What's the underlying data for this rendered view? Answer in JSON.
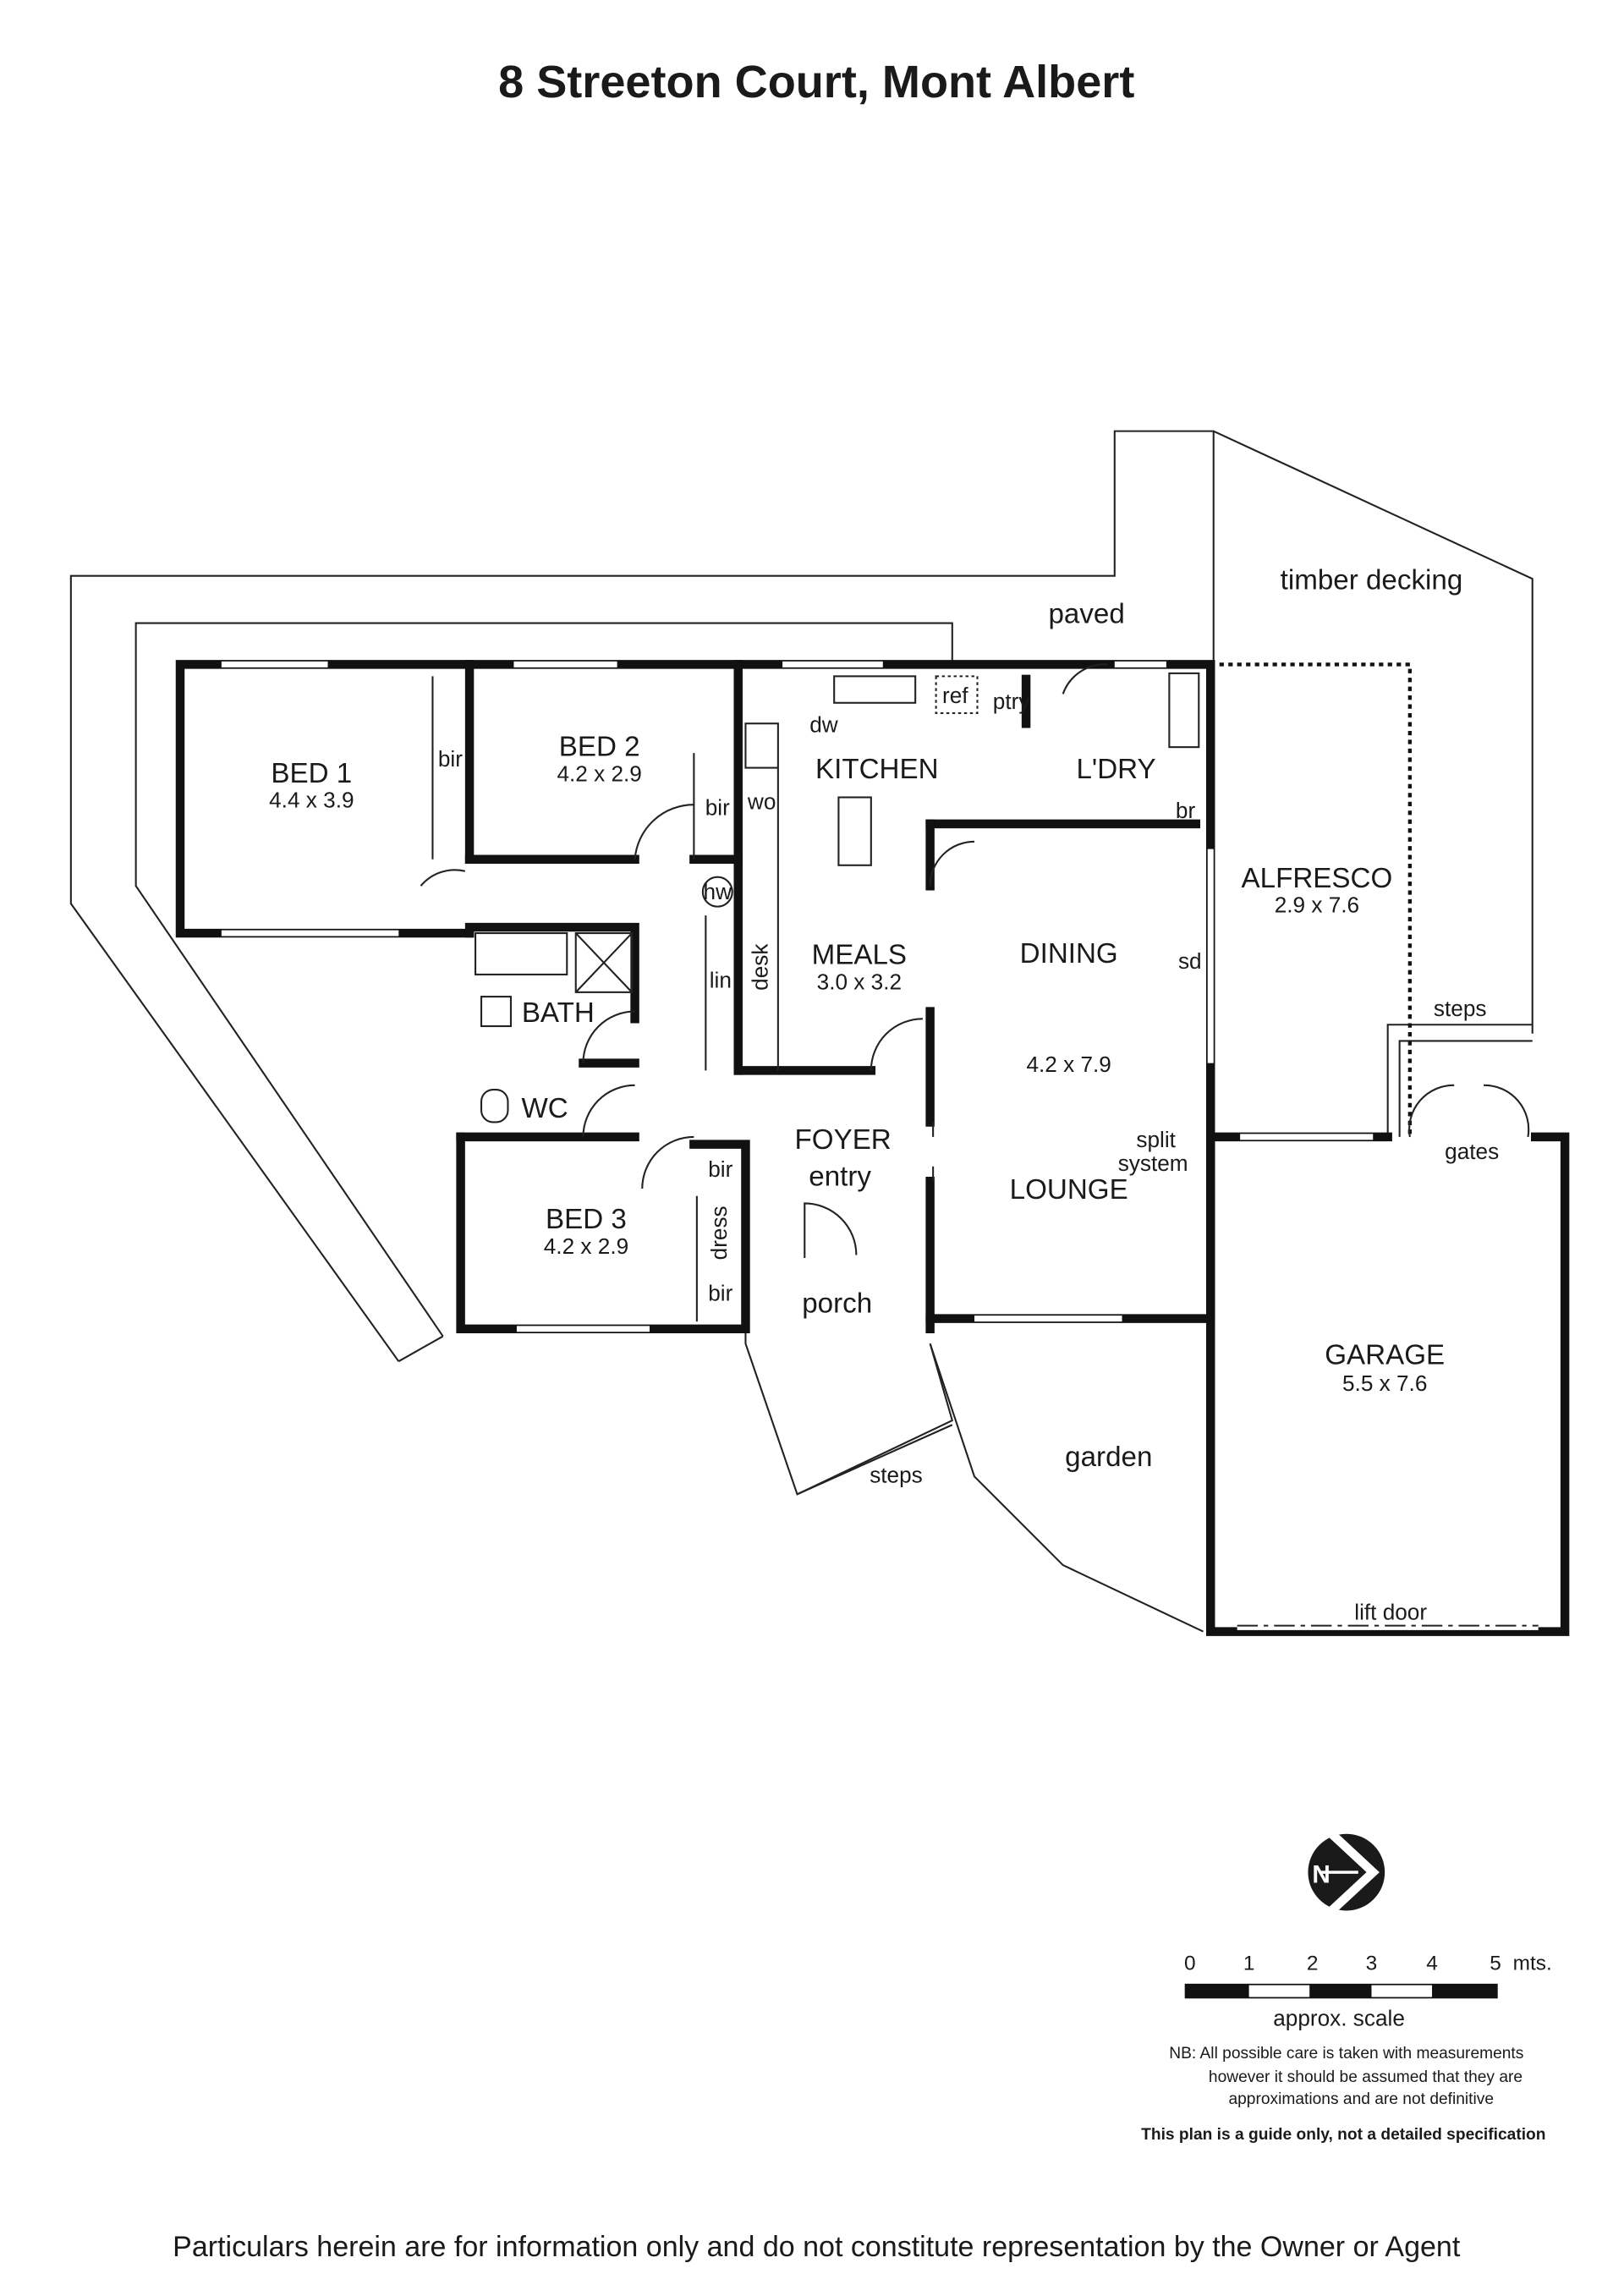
{
  "title": "8 Streeton Court, Mont Albert",
  "rooms": {
    "bed1": {
      "name": "BED 1",
      "dim": "4.4 x 3.9"
    },
    "bed2": {
      "name": "BED 2",
      "dim": "4.2 x 2.9"
    },
    "bed3": {
      "name": "BED 3",
      "dim": "4.2 x 2.9"
    },
    "kitchen": {
      "name": "KITCHEN"
    },
    "meals": {
      "name": "MEALS",
      "dim": "3.0 x 3.2"
    },
    "dining": {
      "name": "DINING",
      "dim": "4.2 x 7.9"
    },
    "lounge": {
      "name": "LOUNGE"
    },
    "laundry": {
      "name": "L'DRY"
    },
    "alfresco": {
      "name": "ALFRESCO",
      "dim": "2.9 x 7.6"
    },
    "garage": {
      "name": "GARAGE",
      "dim": "5.5 x 7.6"
    },
    "bath": {
      "name": "BATH"
    },
    "wc": {
      "name": "WC"
    },
    "foyer": {
      "name": "FOYER",
      "sub": "entry"
    }
  },
  "fixtures": {
    "bir": "bir",
    "dw": "dw",
    "ref": "ref",
    "ptry": "ptry",
    "wo": "wo",
    "hw": "hw",
    "lin": "lin",
    "desk": "desk",
    "br": "br",
    "sd": "sd",
    "dress": "dress",
    "split1": "split",
    "split2": "system"
  },
  "outdoor": {
    "paved": "paved",
    "timber_decking": "timber decking",
    "steps": "steps",
    "gates": "gates",
    "porch": "porch",
    "garden": "garden",
    "lift_door": "lift door"
  },
  "north": {
    "label": "N"
  },
  "scale": {
    "ticks": [
      "0",
      "1",
      "2",
      "3",
      "4",
      "5"
    ],
    "unit": "mts.",
    "caption": "approx. scale"
  },
  "notes": {
    "nb1": "NB:  All possible care is taken with measurements",
    "nb2": "however it should be assumed that they are",
    "nb3": "approximations and are not definitive",
    "guide": "This plan is a guide only, not a detailed specification"
  },
  "disclaimer": "Particulars herein are for information only and do not constitute representation by the Owner or Agent"
}
